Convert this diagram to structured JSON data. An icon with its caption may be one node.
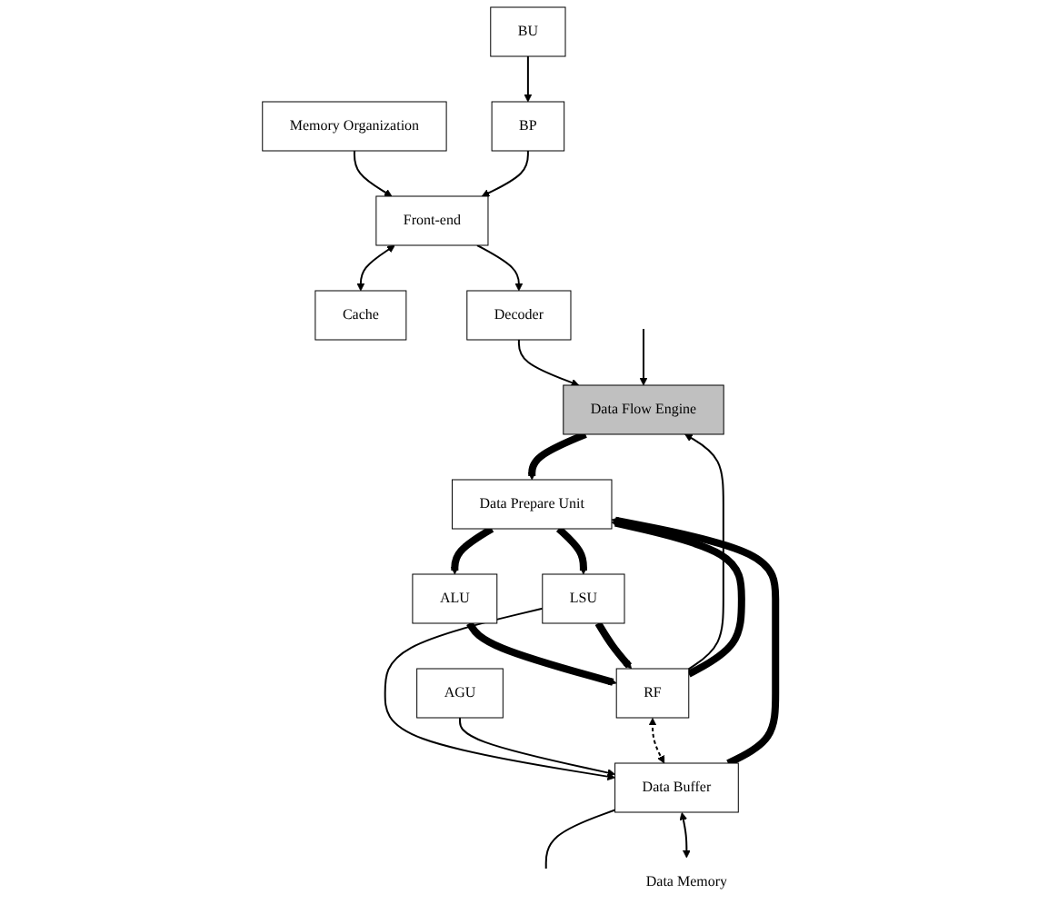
{
  "diagram": {
    "nodes": [
      {
        "text": [
          "Memory Organization"
        ]
      },
      {
        "text": [
          "BP"
        ]
      },
      {
        "text": [
          "Front-end"
        ]
      },
      {
        "text": [
          "Cache"
        ]
      },
      {
        "text": [
          "Decoder"
        ]
      },
      {
        "text": [
          "RF"
        ]
      },
      {
        "text": [
          "Data Flow Engine"
        ]
      },
      {
        "text": [
          "Data Prepare Unit"
        ]
      },
      {
        "text": [
          "BU"
        ]
      },
      {
        "text": [
          "ALU"
        ]
      },
      {
        "text": [
          "LSU"
        ]
      },
      {
        "text": [
          "AGU"
        ]
      },
      {
        "text": [
          "Data Buffer"
        ]
      },
      {
        "text": [
          "Data Memory"
        ]
      }
    ],
    "edges": [
      {
        "from": 0,
        "to": 2,
        "arrow": "to"
      },
      {
        "from": 1,
        "to": 2,
        "arrow": "to"
      },
      {
        "from": 2,
        "to": 3,
        "arrow": "both"
      },
      {
        "from": 2,
        "to": 4,
        "arrow": "to"
      },
      {
        "from": 4,
        "to": 6,
        "arrow": "to"
      },
      {
        "from": 8,
        "to": 1,
        "arrow": "to"
      },
      {
        "from": 5,
        "to": 6,
        "arrow": "to"
      },
      {
        "from": 5,
        "to": 7,
        "arrow": "to",
        "style": "thick"
      },
      {
        "from": null,
        "to": 6,
        "arrow": "to"
      },
      {
        "from": 6,
        "to": 7,
        "arrow": "to",
        "style": "thick"
      },
      {
        "from": 7,
        "to": 9,
        "arrow": "to",
        "style": "thick"
      },
      {
        "from": 7,
        "to": 10,
        "arrow": "to",
        "style": "thick"
      },
      {
        "from": 9,
        "to": 5,
        "arrow": "to",
        "style": "thick"
      },
      {
        "from": 10,
        "to": 5,
        "arrow": "to",
        "style": "thick"
      },
      {
        "from": 10,
        "to": 12,
        "arrow": "to"
      },
      {
        "from": 11,
        "to": 12,
        "arrow": "to"
      },
      {
        "from": 12,
        "to": 7,
        "arrow": "to",
        "style": "thick"
      },
      {
        "from": 5,
        "to": 12,
        "arrow": "both",
        "style": "dashed"
      },
      {
        "from": 12,
        "to": null,
        "arrow": "none"
      },
      {
        "from": 12,
        "to": 13,
        "arrow": "both"
      }
    ]
  }
}
